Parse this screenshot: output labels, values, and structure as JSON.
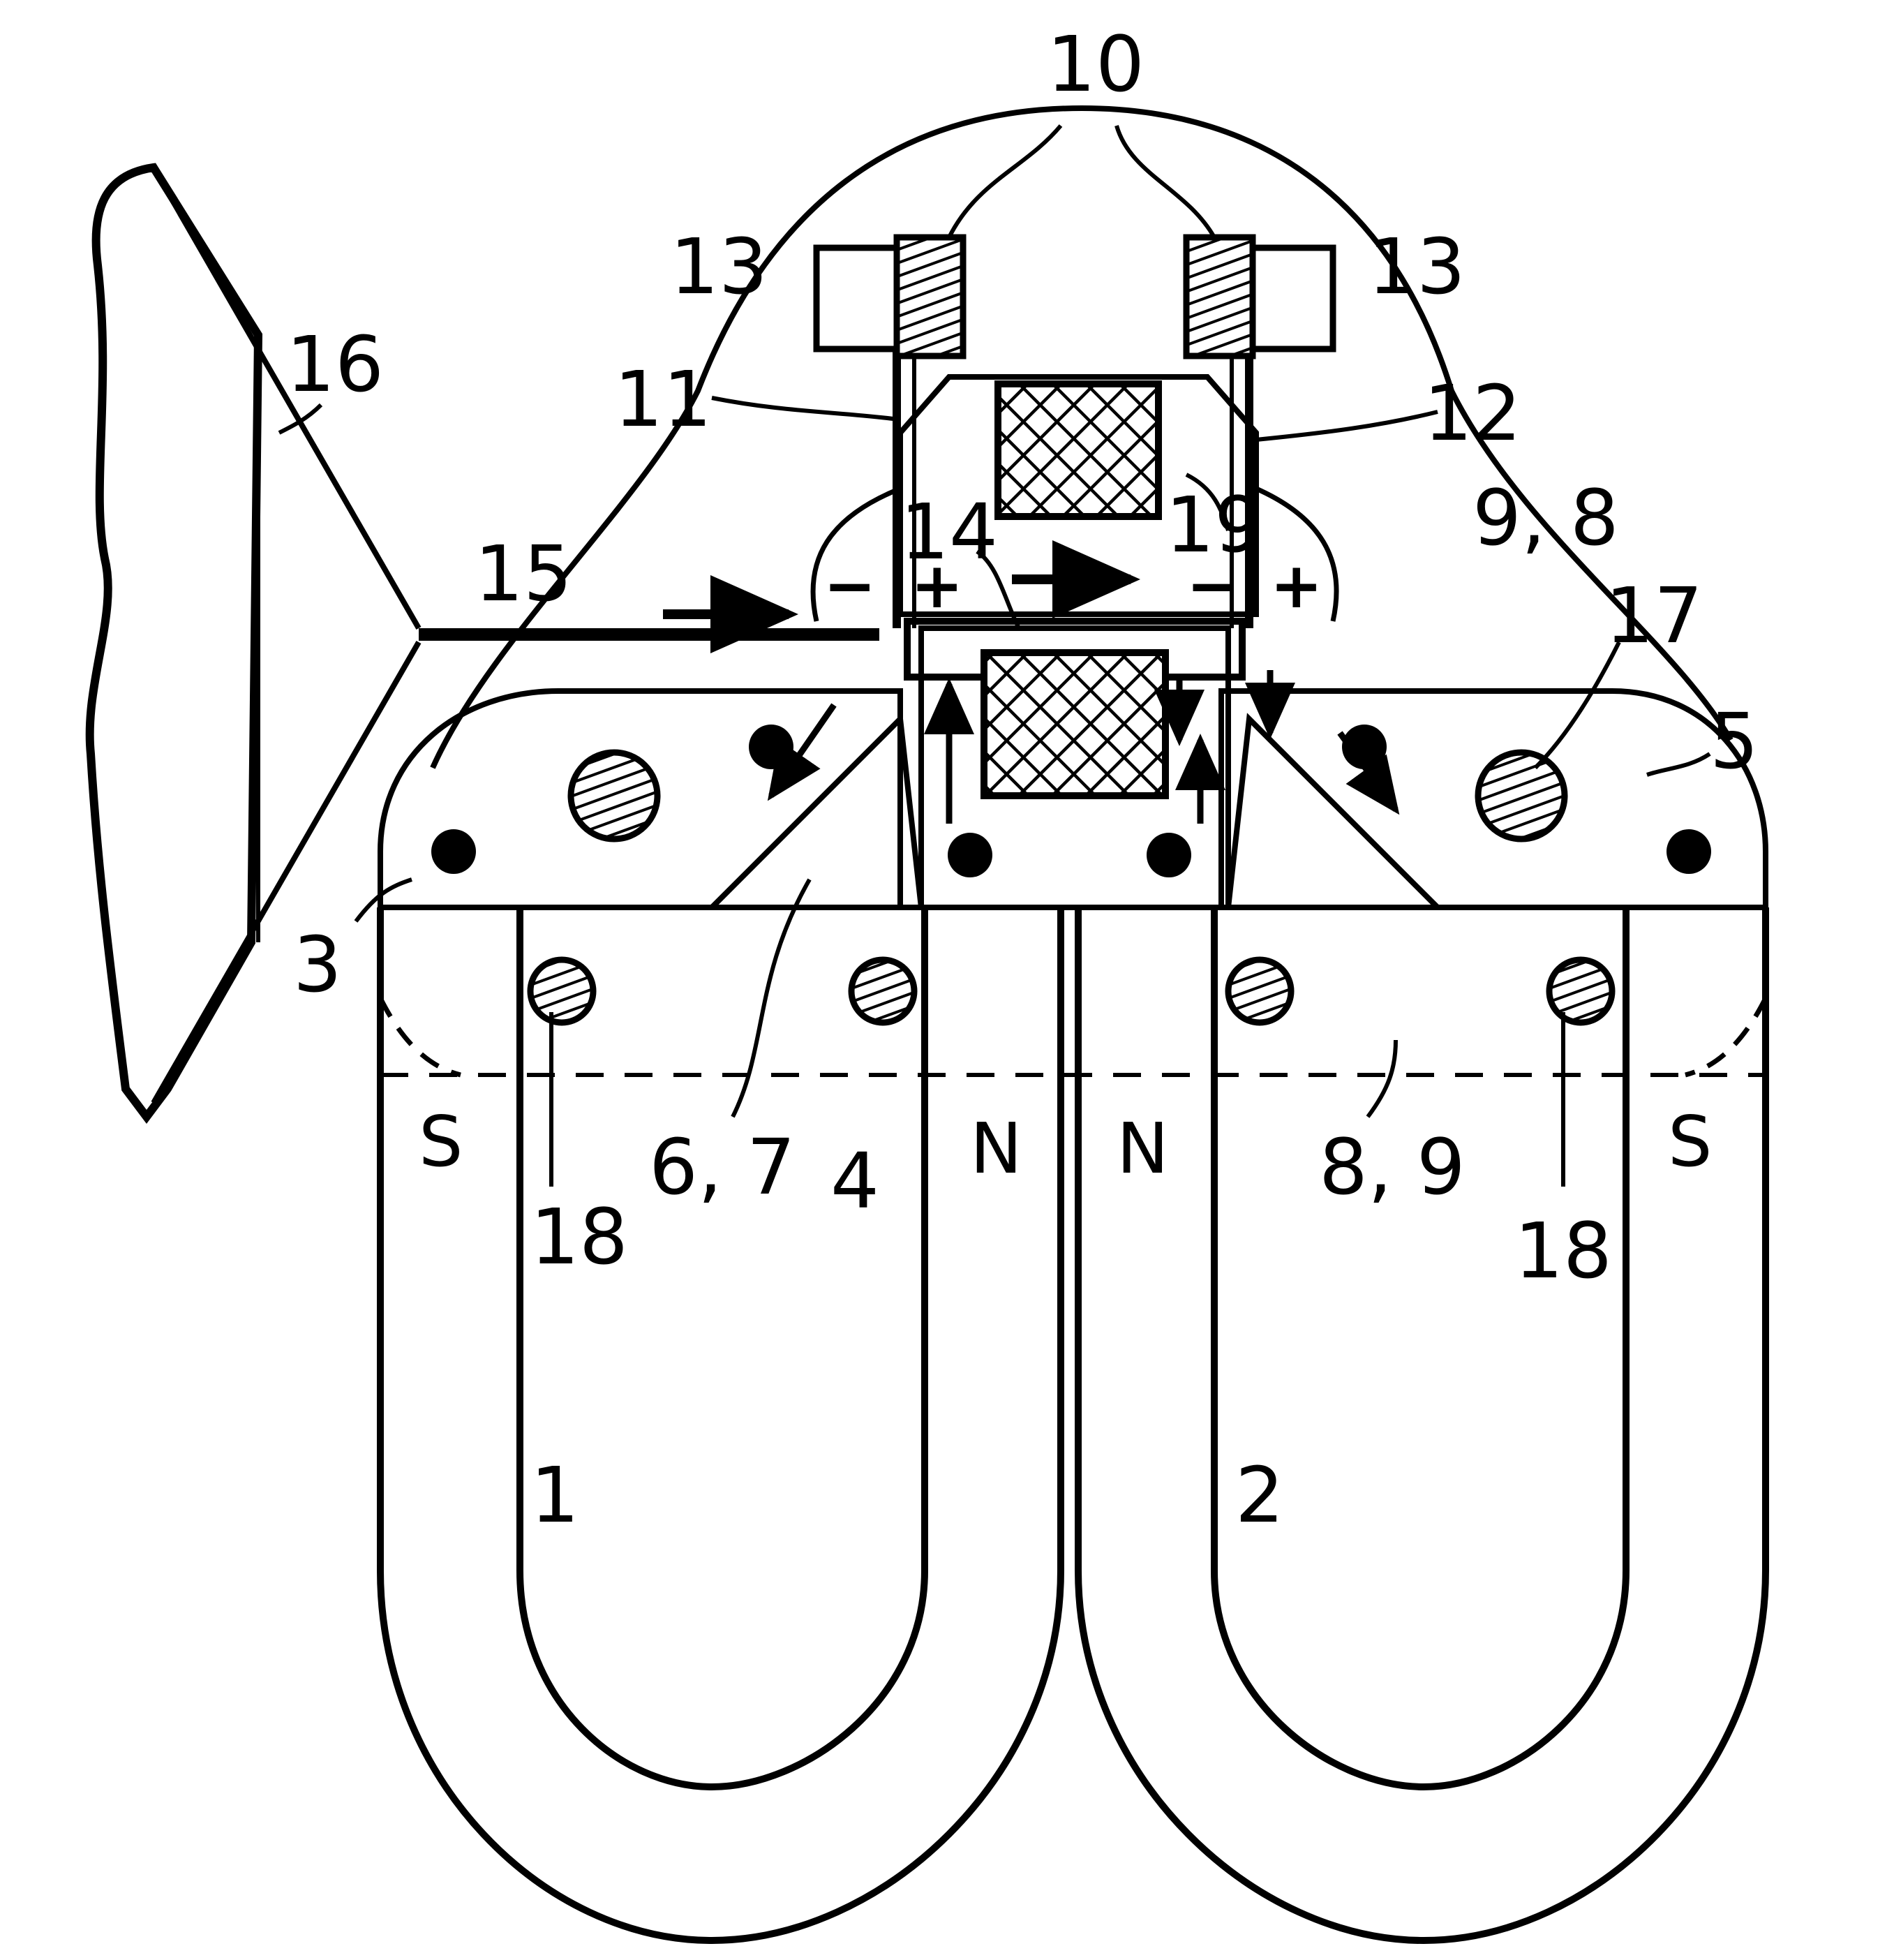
{
  "colors": {
    "ink": "#000000",
    "paper": "#ffffff"
  },
  "labels": {
    "l10": "10",
    "l13a": "13",
    "l13b": "13",
    "l16": "16",
    "l11": "11",
    "l12": "12",
    "l14": "14",
    "l19": "19",
    "l15": "15",
    "l98": "9, 8",
    "l17": "17",
    "l5": "5",
    "l3": "3",
    "l18a": "18",
    "l18b": "18",
    "l67": "6, 7",
    "l4": "4",
    "l89": "8, 9",
    "l1": "1",
    "l2": "2"
  },
  "poles": {
    "s_left": "S",
    "n_left": "N",
    "n_right": "N",
    "s_right": "S"
  },
  "signs": {
    "minus_left": "−",
    "plus_left": "+",
    "minus_right": "−",
    "plus_right": "+"
  }
}
